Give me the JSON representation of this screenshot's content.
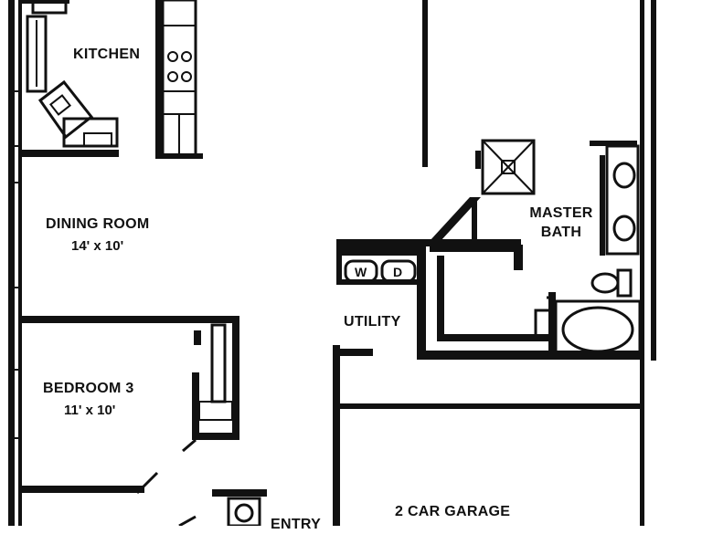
{
  "rooms": {
    "kitchen": {
      "label": "KITCHEN"
    },
    "dining_room": {
      "label": "DINING ROOM",
      "size": "14' x 10'"
    },
    "master_bath": {
      "label_line1": "MASTER",
      "label_line2": "BATH"
    },
    "utility": {
      "label": "UTILITY"
    },
    "washer": {
      "label": "W"
    },
    "dryer": {
      "label": "D"
    },
    "bedroom_3": {
      "label": "BEDROOM 3",
      "size": "11' x 10'"
    },
    "garage": {
      "label": "2 CAR GARAGE"
    },
    "entry": {
      "label": "ENTRY"
    }
  }
}
